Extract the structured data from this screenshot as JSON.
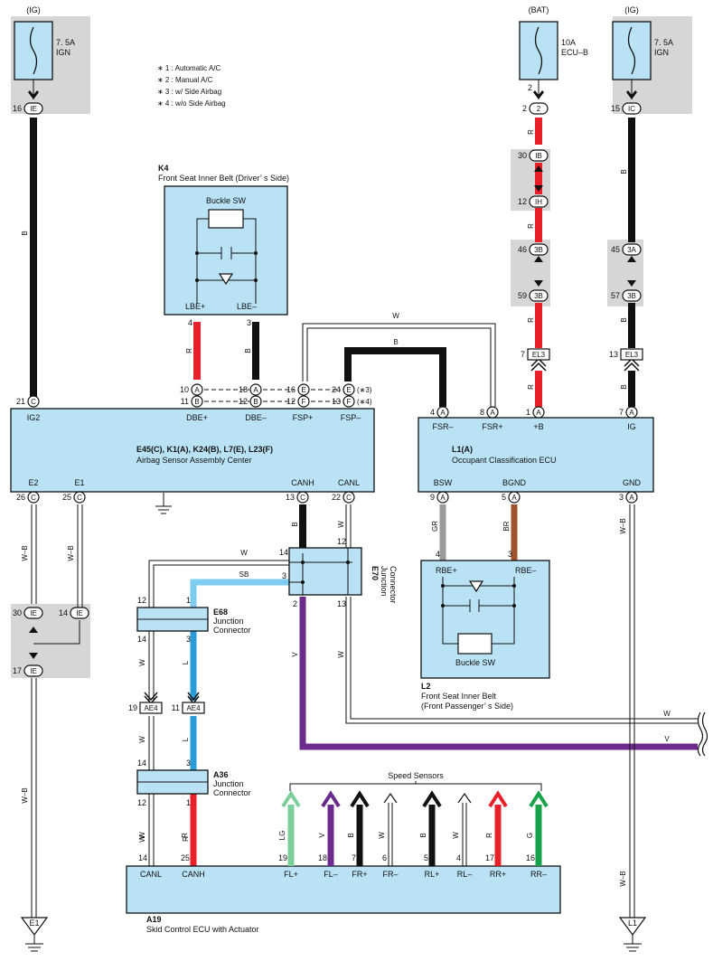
{
  "sources": {
    "ig_left": "(IG)",
    "bat": "(BAT)",
    "ig_right": "(IG)"
  },
  "fuses": {
    "ig_left": [
      "7. 5A",
      "IGN"
    ],
    "bat": [
      "10A",
      "ECU–B"
    ],
    "ig_right": [
      "7. 5A",
      "IGN"
    ]
  },
  "notes": [
    "∗ 1 : Automatic A/C",
    "∗ 2 : Manual A/C",
    "∗ 3 : w/ Side Airbag",
    "∗ 4 : w/o Side Airbag"
  ],
  "components": {
    "k4": {
      "id": "K4",
      "name": "Front Seat Inner Belt (Driver’ s Side)",
      "switch": "Buckle SW",
      "pin_left": "LBE+",
      "pin_right": "LBE–",
      "num_left": "4",
      "num_right": "3"
    },
    "airbag": {
      "ids": "E45(C), K1(A), K24(B), L7(E), L23(F)",
      "name": "Airbag Sensor Assembly Center",
      "top_terms": [
        "IG2",
        "DBE+",
        "DBE–",
        "FSP+",
        "FSP–"
      ],
      "bottom_terms": [
        "E2",
        "E1",
        "CANH",
        "CANL"
      ]
    },
    "ecu": {
      "id": "L1(A)",
      "name": "Occupant Classification ECU",
      "top_terms": [
        "FSR–",
        "FSR+",
        "+B",
        "IG"
      ],
      "bottom_terms": [
        "BSW",
        "BGND",
        "GND"
      ]
    },
    "l2": {
      "id": "L2",
      "name_lines": [
        "Front Seat Inner Belt",
        "(Front Passenger’ s Side)"
      ],
      "switch": "Buckle SW",
      "pin_left": "RBE+",
      "pin_right": "RBE–",
      "num_left": "4",
      "num_right": "3"
    },
    "e70": {
      "id": "E70",
      "name_lines": [
        "Junction",
        "Connector"
      ]
    },
    "e68": {
      "id": "E68",
      "name_lines": [
        "Junction",
        "Connector"
      ]
    },
    "a36": {
      "id": "A36",
      "name_lines": [
        "Junction",
        "Connector"
      ]
    },
    "a19": {
      "id": "A19",
      "name": "Skid Control ECU with Actuator",
      "terms": [
        "CANL",
        "CANH",
        "FL+",
        "FL–",
        "FR+",
        "FR–",
        "RL+",
        "RL–",
        "RR+",
        "RR–"
      ],
      "pins": [
        "14",
        "25",
        "19",
        "18",
        "7",
        "6",
        "5",
        "4",
        "17",
        "16"
      ],
      "wires": [
        "W",
        "R",
        "LG",
        "V",
        "B",
        "W",
        "B",
        "W",
        "R",
        "G"
      ]
    },
    "speed_sensors": "Speed Sensors"
  },
  "grounds": {
    "e1": "E1",
    "l1": "L1"
  },
  "connectors": {
    "ie16": {
      "num": "16",
      "code": "IE"
    },
    "n2": {
      "num": "2",
      "code": "2"
    },
    "ic15": {
      "num": "15",
      "code": "IC"
    },
    "ib30": {
      "num": "30",
      "code": "IB"
    },
    "ih12": {
      "num": "12",
      "code": "IH"
    },
    "b46": {
      "num": "46",
      "code": "3B"
    },
    "b59": {
      "num": "59",
      "code": "3B"
    },
    "a45": {
      "num": "45",
      "code": "3A"
    },
    "b57": {
      "num": "57",
      "code": "3B"
    },
    "el3_7": {
      "num": "7",
      "code": "EL3"
    },
    "el3_13": {
      "num": "13",
      "code": "EL3"
    },
    "a10": {
      "num": "10",
      "code": "A"
    },
    "b11": {
      "num": "11",
      "code": "B"
    },
    "a18": {
      "num": "18",
      "code": "A"
    },
    "b12": {
      "num": "12",
      "code": "B"
    },
    "e16": {
      "num": "16",
      "code": "E"
    },
    "f12": {
      "num": "12",
      "code": "F"
    },
    "e24": {
      "num": "24",
      "code": "E",
      "note": "(∗3)"
    },
    "f13": {
      "num": "13",
      "code": "F",
      "note": "(∗4)"
    },
    "c21": {
      "num": "21",
      "code": "C"
    },
    "a4": {
      "num": "4",
      "code": "A"
    },
    "a8": {
      "num": "8",
      "code": "A"
    },
    "a1": {
      "num": "1",
      "code": "A"
    },
    "a7": {
      "num": "7",
      "code": "A"
    },
    "c26": {
      "num": "26",
      "code": "C"
    },
    "c25": {
      "num": "25",
      "code": "C"
    },
    "c13": {
      "num": "13",
      "code": "C"
    },
    "c22": {
      "num": "22",
      "code": "C"
    },
    "a9": {
      "num": "9",
      "code": "A"
    },
    "a5": {
      "num": "5",
      "code": "A"
    },
    "a3": {
      "num": "3",
      "code": "A"
    },
    "ie30": {
      "num": "30",
      "code": "IE"
    },
    "ie14": {
      "num": "14",
      "code": "IE"
    },
    "ie17": {
      "num": "17",
      "code": "IE"
    },
    "ae4_19": {
      "num": "19",
      "code": "AE4"
    },
    "ae4_11": {
      "num": "11",
      "code": "AE4"
    }
  },
  "pin_numbers": {
    "bat2": "2",
    "e70_14": "14",
    "e70_12": "12",
    "e70_3": "3",
    "e70_2": "2",
    "e70_13": "13",
    "e68_12": "12",
    "e68_1": "1",
    "e68_14": "14",
    "e68_3": "3",
    "a36_14": "14",
    "a36_3": "3",
    "a36_12": "12",
    "a36_1": "1",
    "l2_4": "4",
    "l2_3": "3"
  },
  "wire_colors": {
    "ig_left": "B",
    "dbe_plus": "R",
    "dbe_minus": "B",
    "fsp_w": "W",
    "fsp_b": "B",
    "bat_r1": "R",
    "bat_r2": "R",
    "bat_r3": "R",
    "bat_r4": "R",
    "ig_right_b1": "B",
    "ig_right_b2": "B",
    "ig_right_b3": "B",
    "e2": "W–B",
    "e1": "W–B",
    "e_gnd": "W–B",
    "canh_b": "B",
    "canl_w": "W",
    "bsw": "GR",
    "bgnd": "BR",
    "gnd": "W–B",
    "gnd2": "W–B",
    "w_top": "W",
    "sb": "SB",
    "v_mid": "V",
    "w_mid": "W",
    "w_e68": "W",
    "l_e68": "L",
    "w_ae4": "W",
    "l_ae4": "L",
    "w_a36": "W",
    "r_a36": "R",
    "w_right": "W",
    "v_right": "V"
  },
  "colors": {
    "red": "#e8202a",
    "black": "#111111",
    "purple": "#6a2b8c",
    "sky": "#7ecdf0",
    "blue": "#2a9ad8",
    "brown": "#a0522d",
    "grey": "#9a9a9a",
    "lightgreen": "#7ccf9a",
    "green": "#16a34a",
    "box": "#b9e3f5"
  }
}
